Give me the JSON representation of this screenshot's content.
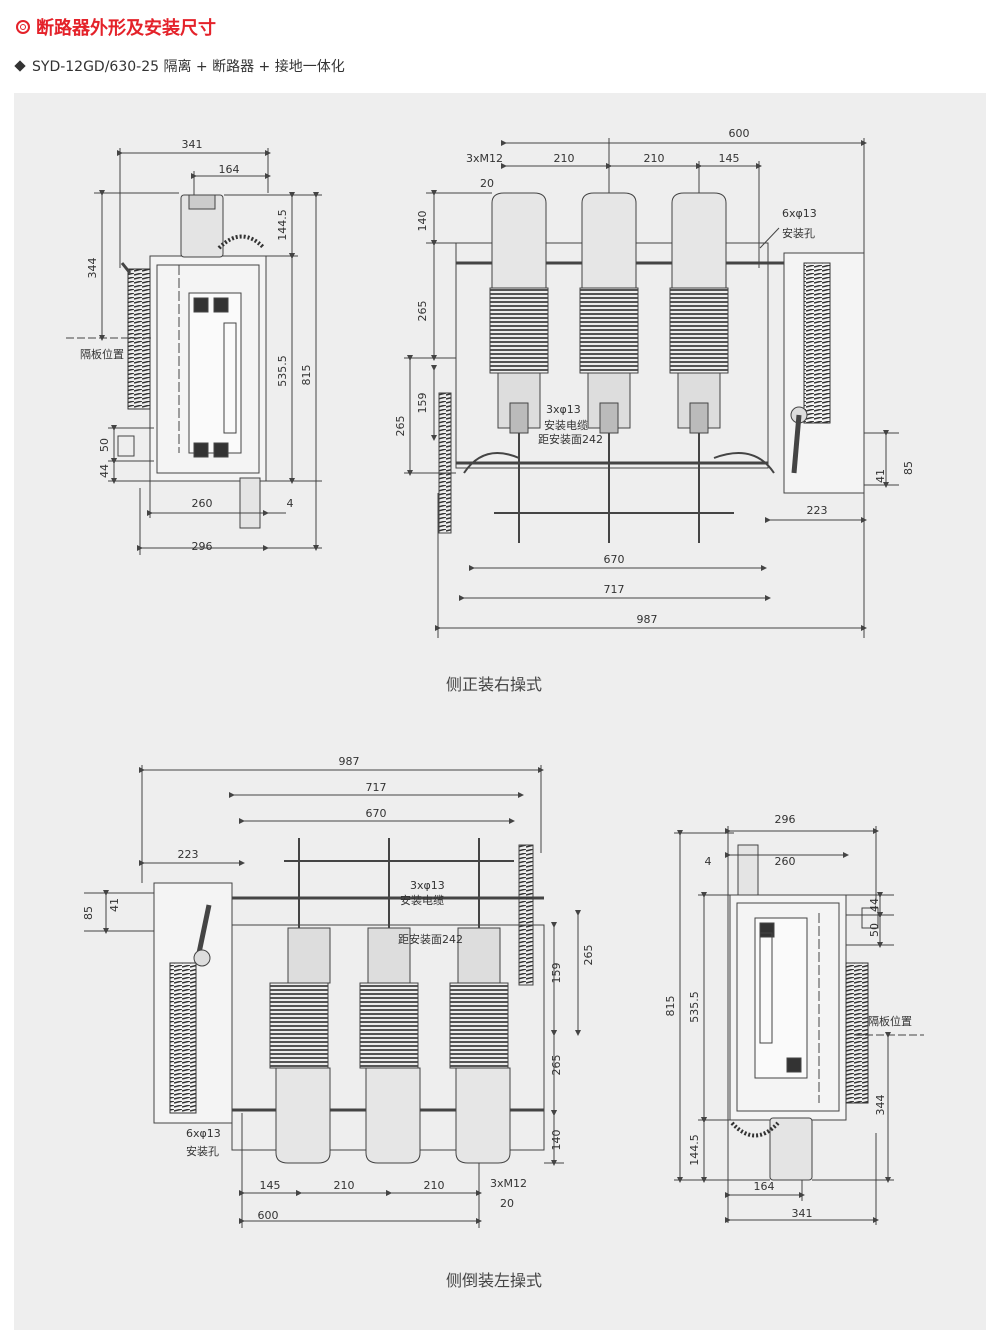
{
  "header": {
    "title": "断路器外形及安装尺寸",
    "subtitle": "SYD-12GD/630-25 隔离 + 断路器 + 接地一体化"
  },
  "captions": {
    "top": "侧正装右操式",
    "bottom": "侧倒装左操式"
  },
  "labels": {
    "partition": "隔板位置",
    "bolt": "3xM12",
    "bolt_depth": "20",
    "holes": "6xφ13",
    "install_hole": "安装孔",
    "cable_holes": "3xφ13",
    "cable": "安装电缆",
    "from_surface": "距安装面242"
  },
  "dims": {
    "d341": "341",
    "d164": "164",
    "d344": "344",
    "d1445": "144.5",
    "d5355": "535.5",
    "d815": "815",
    "d260": "260",
    "d4": "4",
    "d296": "296",
    "d50": "50",
    "d44": "44",
    "d600": "600",
    "d210": "210",
    "d145": "145",
    "d140": "140",
    "d265": "265",
    "d159": "159",
    "d670": "670",
    "d717": "717",
    "d987": "987",
    "d223": "223",
    "d85": "85",
    "d41": "41"
  },
  "colors": {
    "accent": "#e4222a",
    "line": "#444444",
    "panel": "#eeeeee"
  }
}
